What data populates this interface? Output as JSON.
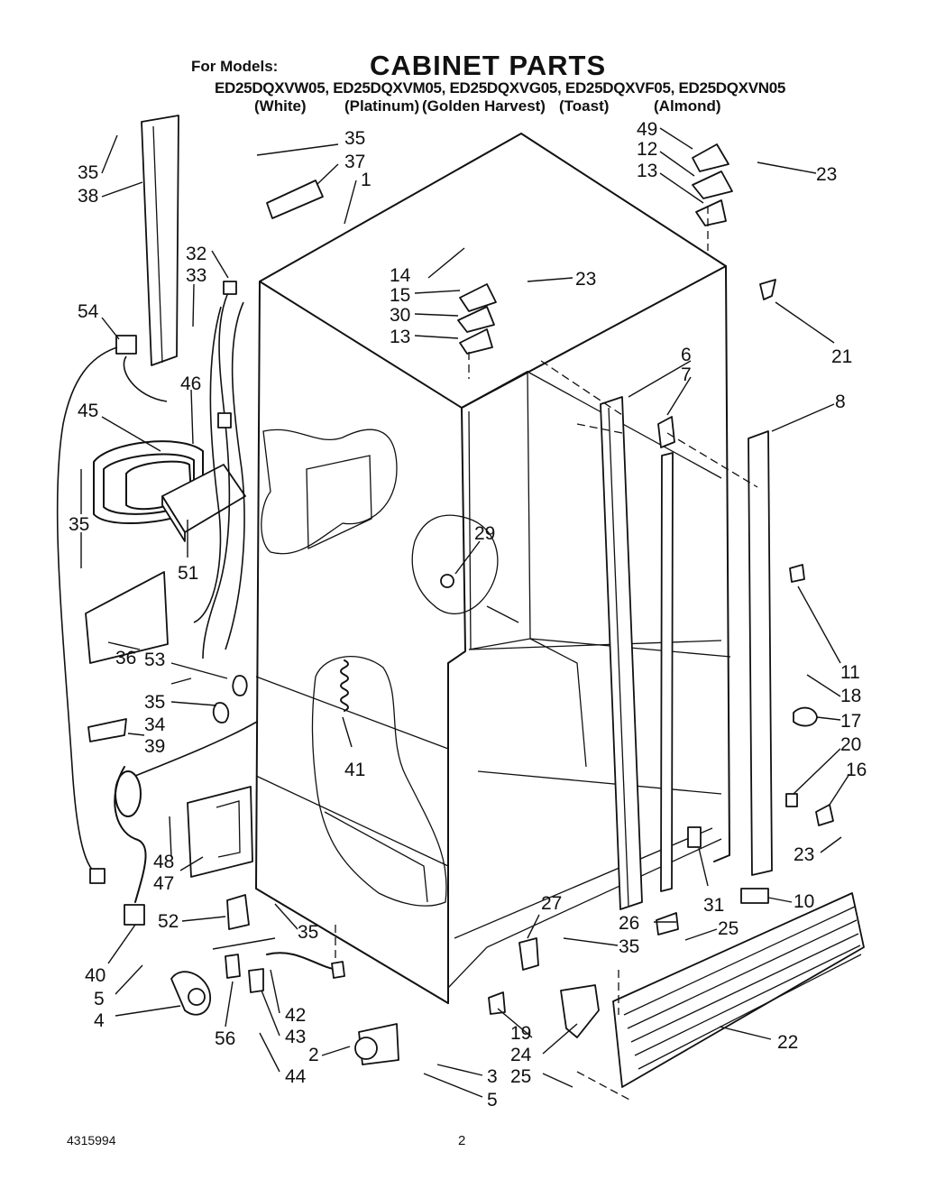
{
  "header": {
    "for_models": "For Models:",
    "title": "CABINET PARTS",
    "models_line": "ED25DQXVW05, ED25DQXVM05, ED25DQXVG05, ED25DQXVF05, ED25DQXVN05",
    "colors": [
      "(White)",
      "(Platinum)",
      "(Golden Harvest)",
      "(Toast)",
      "(Almond)"
    ]
  },
  "footer": {
    "doc_number": "4315994",
    "page_number": "2"
  },
  "callouts": {
    "c1": "1",
    "c2": "2",
    "c3": "3",
    "c4": "4",
    "c5a": "5",
    "c5b": "5",
    "c6": "6",
    "c7": "7",
    "c8": "8",
    "c10": "10",
    "c11": "11",
    "c12": "12",
    "c13a": "13",
    "c13b": "13",
    "c14": "14",
    "c15": "15",
    "c16": "16",
    "c17": "17",
    "c18": "18",
    "c19": "19",
    "c20": "20",
    "c21": "21",
    "c22": "22",
    "c23a": "23",
    "c23b": "23",
    "c23c": "23",
    "c24": "24",
    "c25a": "25",
    "c25b": "25",
    "c26": "26",
    "c27": "27",
    "c29": "29",
    "c30": "30",
    "c31": "31",
    "c32": "32",
    "c33": "33",
    "c34": "34",
    "c35a": "35",
    "c35b": "35",
    "c35c": "35",
    "c35d": "35",
    "c35e": "35",
    "c35f": "35",
    "c36": "36",
    "c37": "37",
    "c38": "38",
    "c39": "39",
    "c40": "40",
    "c41": "41",
    "c42": "42",
    "c43": "43",
    "c44": "44",
    "c45": "45",
    "c46": "46",
    "c47": "47",
    "c48": "48",
    "c49": "49",
    "c51": "51",
    "c52": "52",
    "c53": "53",
    "c54": "54",
    "c56": "56"
  }
}
